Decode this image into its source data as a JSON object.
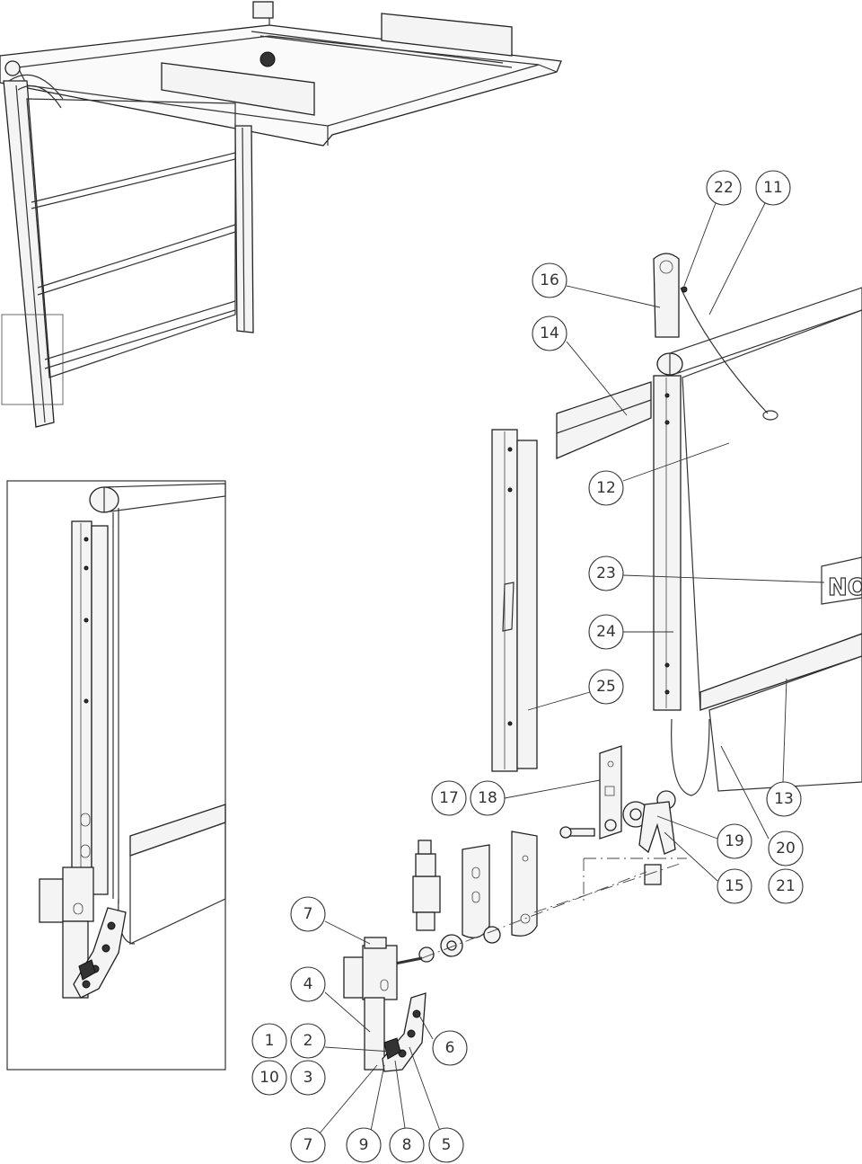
{
  "callouts": [
    {
      "id": "c22",
      "label": "22"
    },
    {
      "id": "c11",
      "label": "11"
    },
    {
      "id": "c16",
      "label": "16"
    },
    {
      "id": "c14",
      "label": "14"
    },
    {
      "id": "c12",
      "label": "12"
    },
    {
      "id": "c23",
      "label": "23"
    },
    {
      "id": "c24",
      "label": "24"
    },
    {
      "id": "c25",
      "label": "25"
    },
    {
      "id": "c17",
      "label": "17"
    },
    {
      "id": "c18",
      "label": "18"
    },
    {
      "id": "c13",
      "label": "13"
    },
    {
      "id": "c19",
      "label": "19"
    },
    {
      "id": "c20",
      "label": "20"
    },
    {
      "id": "c15",
      "label": "15"
    },
    {
      "id": "c21",
      "label": "21"
    },
    {
      "id": "c7a",
      "label": "7"
    },
    {
      "id": "c4",
      "label": "4"
    },
    {
      "id": "c6",
      "label": "6"
    },
    {
      "id": "c1",
      "label": "1"
    },
    {
      "id": "c2",
      "label": "2"
    },
    {
      "id": "c10",
      "label": "10"
    },
    {
      "id": "c3",
      "label": "3"
    },
    {
      "id": "c7b",
      "label": "7"
    },
    {
      "id": "c9",
      "label": "9"
    },
    {
      "id": "c8",
      "label": "8"
    },
    {
      "id": "c5",
      "label": "5"
    }
  ],
  "panel_logo_text": "NO"
}
